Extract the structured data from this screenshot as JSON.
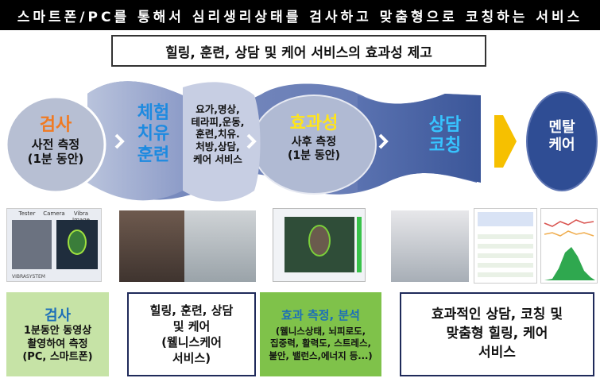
{
  "banner": "스마트폰/PC를 통해서 심리생리상태를 검사하고 맞춤형으로 코칭하는 서비스",
  "subtitle": "힐링, 훈련, 상담 및 케어 서비스의 효과성 제고",
  "flow": {
    "step1": {
      "title": "검사",
      "line1": "사전 측정",
      "line2": "(1분 동안)"
    },
    "step2": {
      "title1": "체험",
      "title2": "치유",
      "title3": "훈련"
    },
    "step2_list": [
      "요가,명상,",
      "테라피,운동,",
      "훈련,치유.",
      "처방,상담,",
      "케어 서비스"
    ],
    "step3": {
      "title": "효과성",
      "line1": "사후 측정",
      "line2": "(1분  동안)"
    },
    "step4": {
      "title1": "상담",
      "title2": "코칭"
    },
    "step5": {
      "title1": "멘탈",
      "title2": "케어"
    }
  },
  "photo1": {
    "tabs": [
      "Tester",
      "Camera",
      "Vibra Image"
    ],
    "brand": "VIBRASYSTEM"
  },
  "boxes": {
    "box1": {
      "title": "검사",
      "lines": [
        "1분동안 동영상",
        "촬영하여 측정",
        "(PC, 스마트폰)"
      ]
    },
    "box2": {
      "lines": [
        "힐링, 훈련, 상담",
        "및 케어",
        "(웰니스케어",
        "서비스)"
      ]
    },
    "box3": {
      "title": "효과 측정, 분석",
      "lines": [
        "(웰니스상태, 뇌피로도,",
        "집중력, 활력도, 스트레스,",
        "불안, 밸런스,에너지 등...)"
      ]
    },
    "box4": {
      "lines": [
        "효과적인 상담, 코칭 및",
        "맞춤형 힐링, 케어",
        "서비스"
      ]
    }
  },
  "colors": {
    "orange": "#f07a22",
    "blue": "#1d8ae0",
    "yellow": "#ffe51a",
    "cyan": "#37c4ff",
    "navy": "#2f4d94",
    "green_box": "#c6e3a6",
    "green_box3": "#7fc24a",
    "arrow_yellow": "#f6c000"
  },
  "icons": [
    "chevron-right-icon",
    "arrow-right-icon"
  ]
}
